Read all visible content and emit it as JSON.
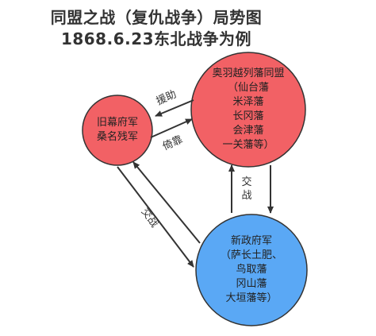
{
  "title": {
    "line1": "同盟之战（复仇战争）局势图",
    "line2": "1868.6.23东北战争为例"
  },
  "nodes": {
    "alliance": {
      "lines": [
        "奥羽越列藩同盟",
        "（仙台藩",
        "米泽藩",
        "长冈藩",
        "会津藩",
        "一关藩等）"
      ],
      "color": "#f26165"
    },
    "shogunate": {
      "lines": [
        "旧幕府军",
        "桑名残军"
      ],
      "color": "#f26165"
    },
    "government": {
      "lines": [
        "新政府军",
        "（萨长土肥、",
        "鸟取藩",
        "冈山藩",
        "大垣藩等）"
      ],
      "color": "#5aa8f5"
    }
  },
  "edges": {
    "aid": "援助",
    "rely": "倚靠",
    "battle_right": "交战",
    "battle_left": "交战"
  },
  "colors": {
    "stroke": "#333333"
  }
}
